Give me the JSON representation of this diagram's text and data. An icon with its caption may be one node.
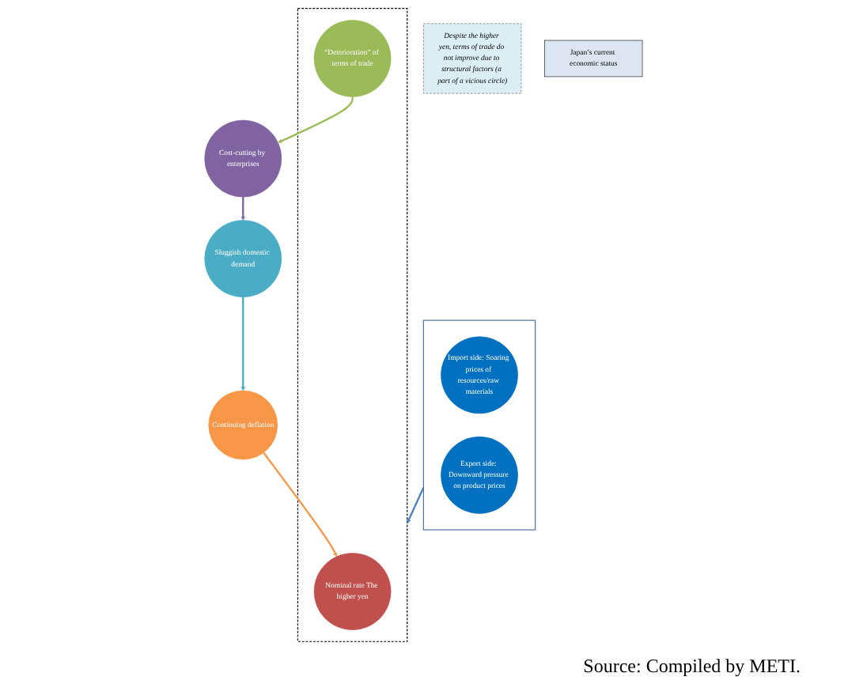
{
  "diagram": {
    "nodes": [
      {
        "text": [],
        "shape": "box"
      },
      {
        "text": [
          "Import side: Soaring prices of resources/raw materials"
        ],
        "in": 0
      },
      {
        "text": [
          "Export side: Downward pressure on product prices"
        ],
        "in": 0
      },
      {
        "text": [],
        "shape": "box"
      },
      {
        "text": [
          "Nominal rate The higher yen"
        ],
        "in": 3
      },
      {
        "text": [
          "Despite the higher yen, terms of trade do not improve due to structural factors (a part of a vicious circle)"
        ]
      },
      {
        "text": [
          "“Deterioration” of terms of trade"
        ],
        "in": 3
      },
      {
        "text": [
          "Japan’s current economic status"
        ]
      },
      {
        "text": [
          "Continuing deflation"
        ]
      },
      {
        "text": [
          "Sluggish domestic demand"
        ]
      },
      {
        "text": [
          "Cost-cutting by enterprises"
        ]
      }
    ],
    "edges": [
      {
        "from": 0,
        "to": 3,
        "arrow": "to",
        "color": "#4f81bd"
      },
      {
        "from": 6,
        "to": 10,
        "arrow": "to",
        "color": "#9bbb59"
      },
      {
        "from": 10,
        "to": 9,
        "arrow": "to",
        "color": "#8064a2"
      },
      {
        "from": 9,
        "to": 8,
        "arrow": "to",
        "color": "#4bacc6"
      },
      {
        "from": 8,
        "to": 4,
        "arrow": "to",
        "color": "#f79646"
      }
    ],
    "labels": [
      "Source: Compiled by METI."
    ]
  }
}
